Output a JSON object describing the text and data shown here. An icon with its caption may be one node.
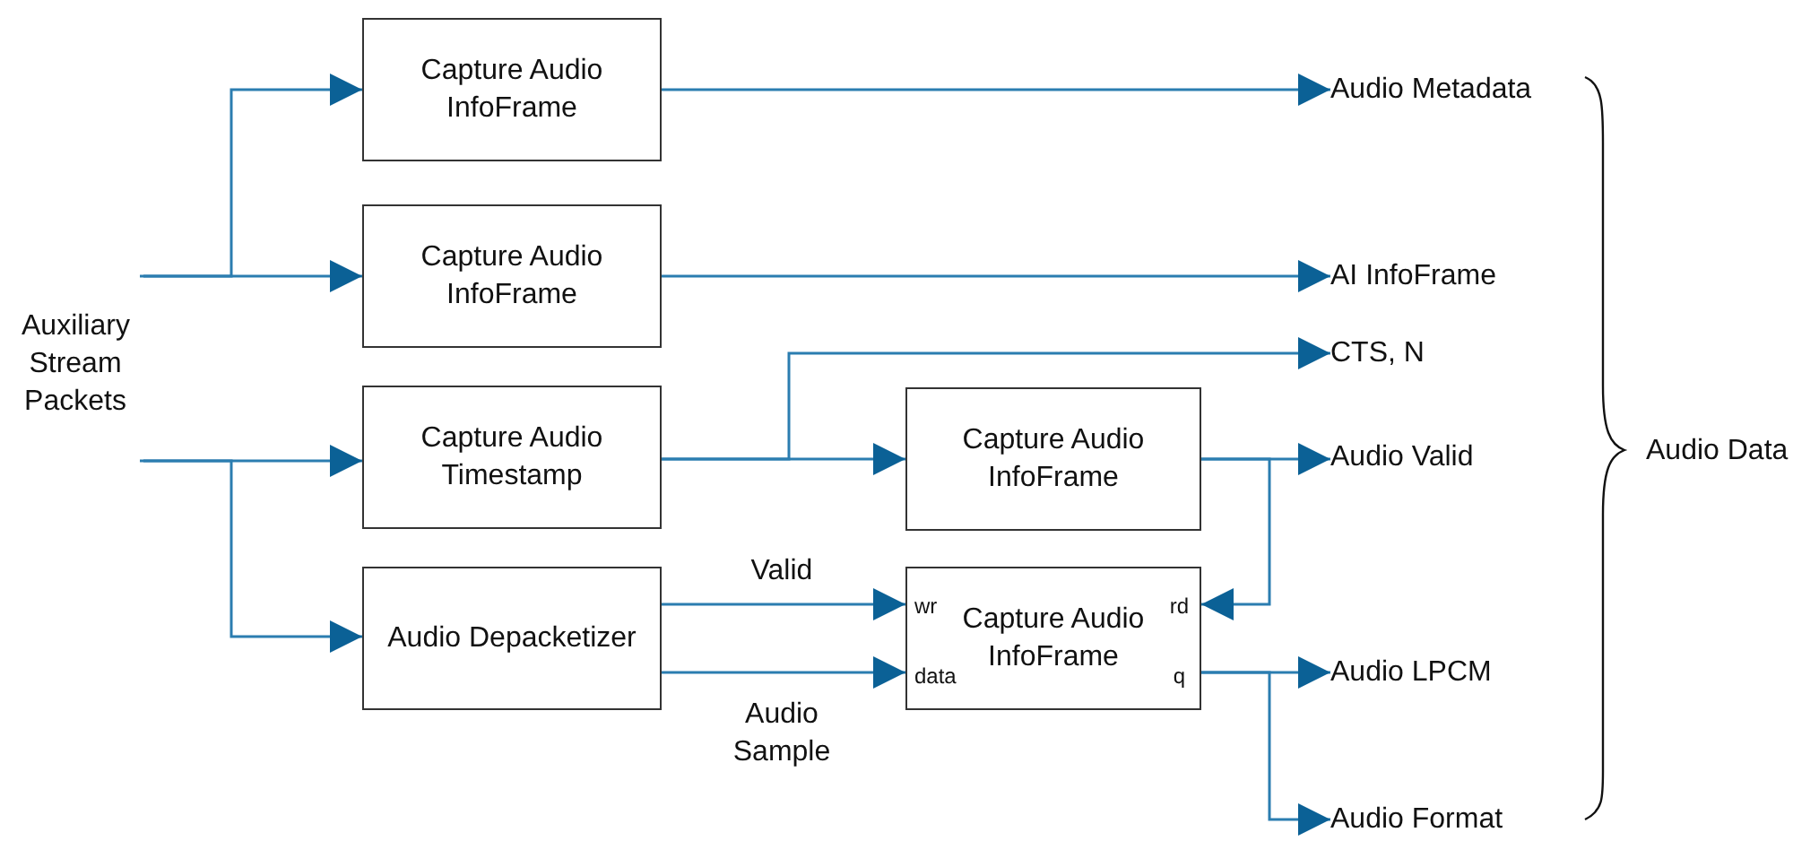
{
  "diagram": {
    "nodes": [
      {
        "text": [
          "Auxiliary Stream Packets"
        ]
      },
      {
        "text": [
          "Capture Audio InfoFrame"
        ]
      },
      {
        "text": [
          "Capture Audio InfoFrame"
        ]
      },
      {
        "text": [
          "Capture Audio Timestamp"
        ]
      },
      {
        "text": [
          "Audio Depacketizer"
        ]
      },
      {
        "text": [
          "Capture Audio InfoFrame"
        ]
      },
      {
        "text": [
          "wr",
          "Capture Audio InfoFrame",
          "rd",
          "data",
          "q"
        ]
      },
      {
        "text": [
          "Audio Metadata"
        ]
      },
      {
        "text": [
          "AI InfoFrame"
        ]
      },
      {
        "text": [
          "CTS, N"
        ]
      },
      {
        "text": [
          "Audio Valid"
        ]
      },
      {
        "text": [
          "Audio LPCM"
        ]
      },
      {
        "text": [
          "Audio Format"
        ]
      }
    ],
    "edges": [
      {
        "from": 0,
        "to": 1,
        "arrow": "to"
      },
      {
        "from": 0,
        "to": 2,
        "arrow": "to"
      },
      {
        "from": 0,
        "to": 3,
        "arrow": "to"
      },
      {
        "from": 0,
        "to": 4,
        "arrow": "to"
      },
      {
        "from": 1,
        "to": 7,
        "arrow": "to"
      },
      {
        "from": 2,
        "to": 8,
        "arrow": "to"
      },
      {
        "from": 3,
        "to": 9,
        "arrow": "to"
      },
      {
        "from": 3,
        "to": 5,
        "arrow": "to"
      },
      {
        "from": 5,
        "to": 10,
        "arrow": "to"
      },
      {
        "from": 5,
        "to": 6,
        "arrow": "to"
      },
      {
        "from": 4,
        "to": 6,
        "label": "Valid",
        "arrow": "to"
      },
      {
        "from": 4,
        "to": 6,
        "label": "Audio Sample",
        "arrow": "to"
      },
      {
        "from": 6,
        "to": 11,
        "arrow": "to"
      },
      {
        "from": 6,
        "to": 12,
        "arrow": "to"
      }
    ],
    "labels": [
      "Audio Data"
    ]
  }
}
